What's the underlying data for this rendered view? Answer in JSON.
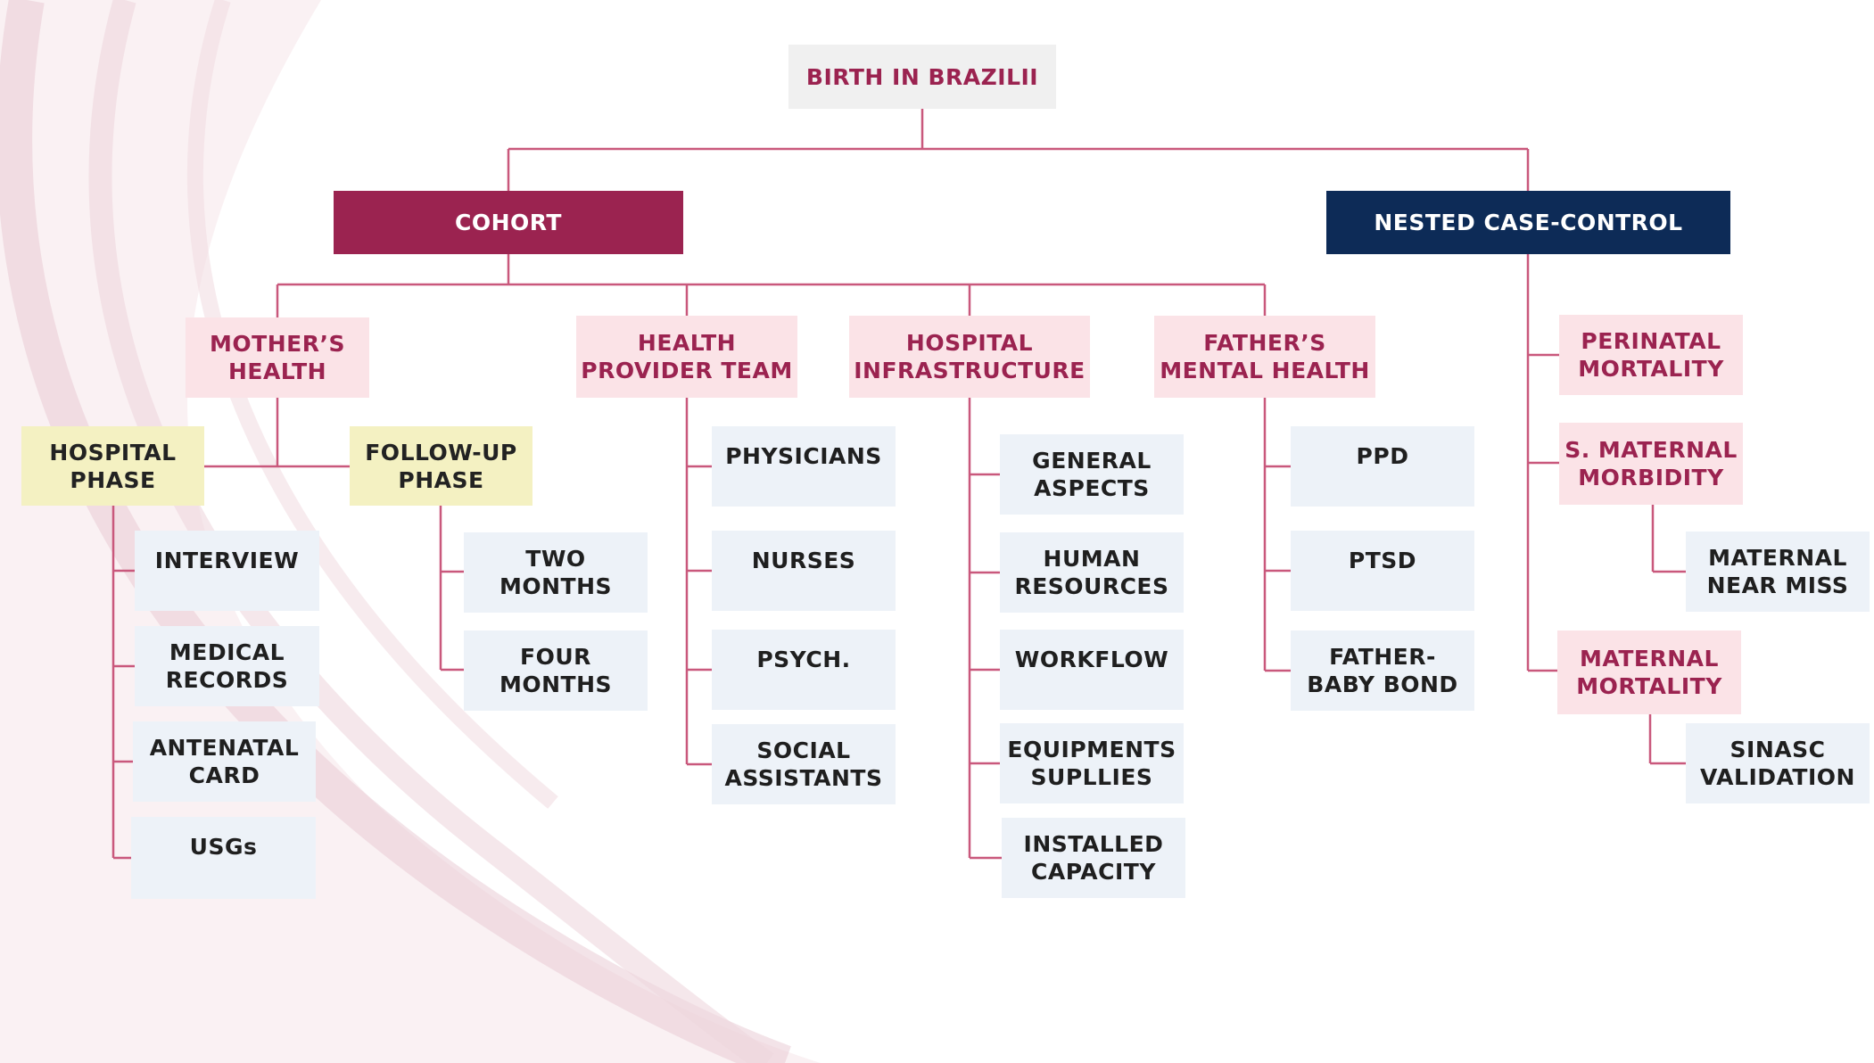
{
  "diagram": {
    "root": "BIRTH IN BRAZILII",
    "cohort": {
      "label": "COHORT",
      "mothers_health": {
        "label": "MOTHER’S\nHEALTH",
        "hospital_phase": {
          "label": "HOSPITAL\nPHASE",
          "items": [
            "INTERVIEW",
            "MEDICAL\nRECORDS",
            "ANTENATAL\nCARD",
            "USGs"
          ]
        },
        "follow_up_phase": {
          "label": "FOLLOW-UP\nPHASE",
          "items": [
            "TWO\nMONTHS",
            "FOUR\nMONTHS"
          ]
        }
      },
      "health_provider_team": {
        "label": "HEALTH\nPROVIDER TEAM",
        "items": [
          "PHYSICIANS",
          "NURSES",
          "PSYCH.",
          "SOCIAL\nASSISTANTS"
        ]
      },
      "hospital_infrastructure": {
        "label": "HOSPITAL\nINFRASTRUCTURE",
        "items": [
          "GENERAL\nASPECTS",
          "HUMAN\nRESOURCES",
          "WORKFLOW",
          "EQUIPMENTS\nSUPLLIES",
          "INSTALLED\nCAPACITY"
        ]
      },
      "fathers_mental_health": {
        "label": "FATHER’S\nMENTAL HEALTH",
        "items": [
          "PPD",
          "PTSD",
          "FATHER-\nBABY BOND"
        ]
      }
    },
    "nested_case_control": {
      "label": "NESTED CASE-CONTROL",
      "perinatal_mortality": "PERINATAL\nMORTALITY",
      "s_maternal_morbidity": {
        "label": "S. MATERNAL\nMORBIDITY",
        "child": "MATERNAL\nNEAR MISS"
      },
      "maternal_mortality": {
        "label": "MATERNAL\nMORTALITY",
        "child": "SINASC\nVALIDATION"
      }
    }
  },
  "colors": {
    "connector": "#c9587c",
    "cohort": "#9b2350",
    "nested_case_control": "#0d2b57",
    "category_pink": "#fbe3e7",
    "phase_yellow": "#f4f1c2",
    "leaf_blue": "#edf2f8"
  }
}
